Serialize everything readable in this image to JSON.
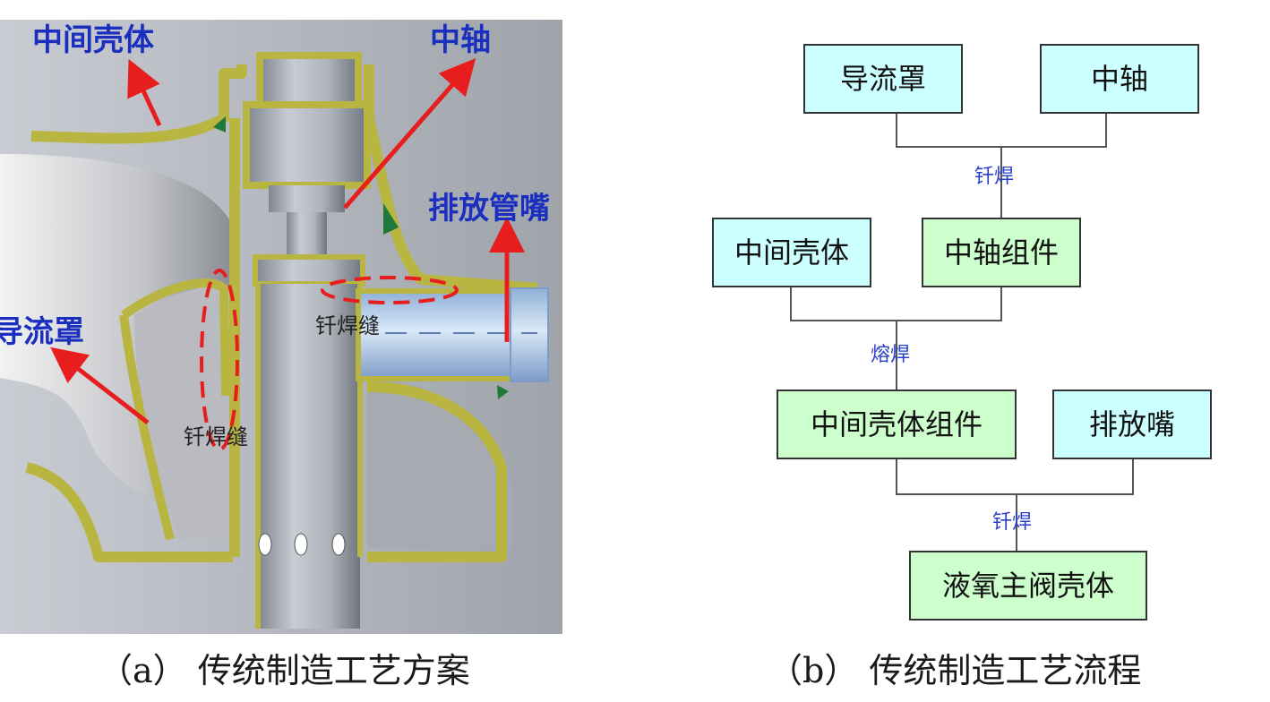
{
  "figure_a": {
    "labels": {
      "middle_housing": "中间壳体",
      "center_shaft": "中轴",
      "discharge_nozzle": "排放管嘴",
      "deflector": "导流罩",
      "braze_seam_1": "钎焊缝",
      "braze_seam_2": "钎焊缝"
    },
    "caption": "（a） 传统制造工艺方案"
  },
  "figure_b": {
    "boxes": {
      "deflector": "导流罩",
      "center_shaft": "中轴",
      "middle_housing": "中间壳体",
      "shaft_assembly": "中轴组件",
      "housing_assembly": "中间壳体组件",
      "discharge_nozzle": "排放嘴",
      "final": "液氧主阀壳体"
    },
    "operations": {
      "op1": "钎焊",
      "op2": "熔焊",
      "op3": "钎焊"
    },
    "colors": {
      "part_box": "#ccffff",
      "assembly_box": "#ccffcc",
      "operation_text": "#2a3fc8"
    },
    "caption": "（b） 传统制造工艺流程"
  }
}
